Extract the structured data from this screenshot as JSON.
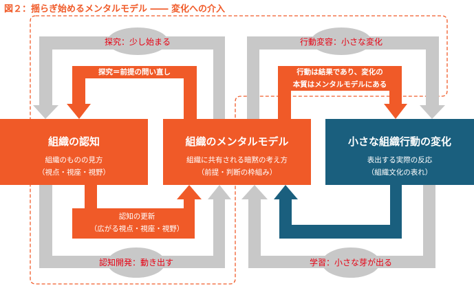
{
  "title": "図２：揺らぎ始めるメンタルモデル ―― 変化への介入",
  "colors": {
    "orange": "#f05a28",
    "blue": "#1a5f7e",
    "gray": "#c8c8c8",
    "label_red": "#e60012"
  },
  "boxes": [
    {
      "title": "組織の認知",
      "line1": "組織のものの見方",
      "line2": "（視点・視座・視野）"
    },
    {
      "title": "組織のメンタルモデル",
      "line1": "組織に共有される暗黙の考え方",
      "line2": "（前提・判断の枠組み）"
    },
    {
      "title": "小さな組織行動の変化",
      "line1": "表出する実際の反応",
      "line2": "（組織文化の表れ）"
    }
  ],
  "loop_labels": {
    "top_left": "探究：少し始まる",
    "top_right": "行動変容：小さな変化",
    "bottom_left": "認知開発：動き出す",
    "bottom_right": "学習：小さな芽が出る"
  },
  "arrow_labels": {
    "inquiry": "探究＝前提の問い直し",
    "action_1": "行動は結果であり、変化の",
    "action_2": "本質はメンタルモデルにある",
    "update_1": "認知の更新",
    "update_2": "（広がる視点・視座・視野）"
  }
}
